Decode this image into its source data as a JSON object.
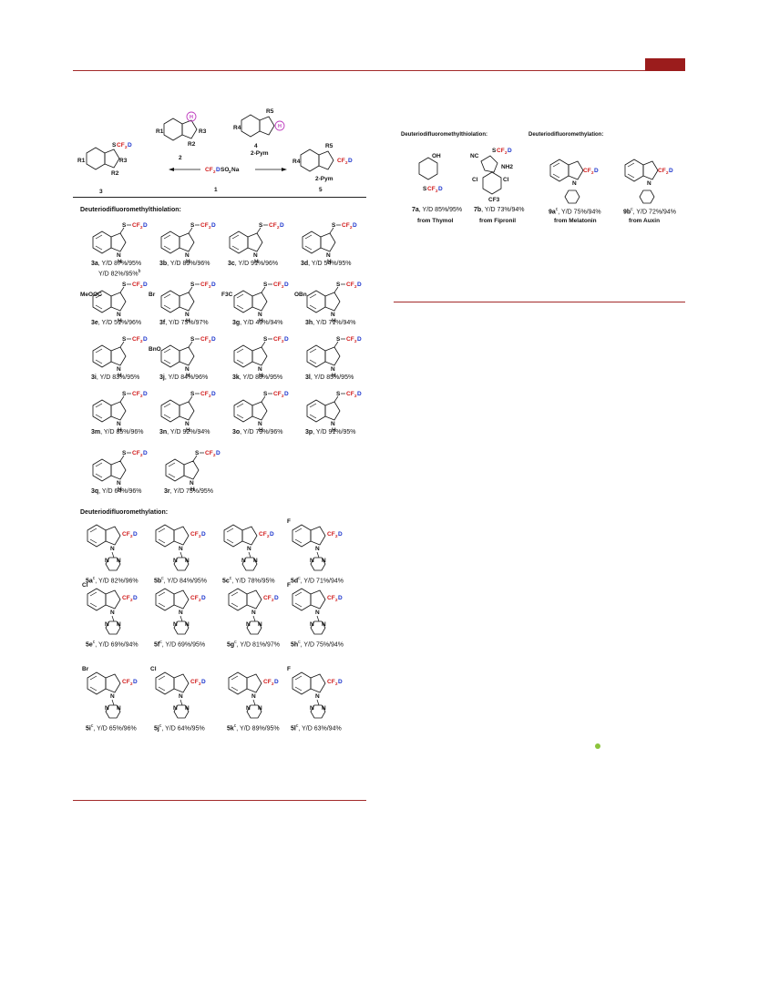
{
  "scheme": {
    "reagent": "CF2DSO2Na",
    "reagent_parts": [
      "CF",
      "2",
      "D",
      "SO",
      "2",
      "Na"
    ],
    "reagent_number": "1",
    "left_product_number": "3",
    "center_left_number": "2",
    "center_right_number": "4",
    "right_product_number": "5",
    "pym_label": "2-Pym",
    "r_labels": {
      "r1": "R1",
      "r2": "R2",
      "r3": "R3",
      "r4": "R4",
      "r5": "R5"
    },
    "h_label": "H"
  },
  "sections": {
    "thio_title": "Deuteriodifluoromethylthiolation:",
    "methyl_title": "Deuteriodifluoromethylation:",
    "right_thio_title": "Deuteriodifluoromethylthiolation:",
    "right_methyl_title": "Deuteriodifluoromethylation:"
  },
  "thio_compounds": [
    {
      "id": "3a",
      "yd": "Y/D 87%/95%",
      "extra": "Y/D 82%/95%",
      "extra_sup": "b"
    },
    {
      "id": "3b",
      "yd": "Y/D 89%/96%"
    },
    {
      "id": "3c",
      "yd": "Y/D 91%/96%"
    },
    {
      "id": "3d",
      "yd": "Y/D 54%/95%"
    },
    {
      "id": "3e",
      "yd": "Y/D 51%/96%",
      "sub_text": "MeOOC"
    },
    {
      "id": "3f",
      "yd": "Y/D 75%/97%",
      "sub_text": "Br"
    },
    {
      "id": "3g",
      "yd": "Y/D 49%/94%",
      "sub_text": "F3C"
    },
    {
      "id": "3h",
      "yd": "Y/D 71%/94%",
      "sub_text": "OBn"
    },
    {
      "id": "3i",
      "yd": "Y/D 83%/95%"
    },
    {
      "id": "3j",
      "yd": "Y/D 84%/96%",
      "sub_text": "BnO"
    },
    {
      "id": "3k",
      "yd": "Y/D 88%/95%"
    },
    {
      "id": "3l",
      "yd": "Y/D 85%/95%"
    },
    {
      "id": "3m",
      "yd": "Y/D 85%/96%"
    },
    {
      "id": "3n",
      "yd": "Y/D 92%/94%"
    },
    {
      "id": "3o",
      "yd": "Y/D 79%/96%"
    },
    {
      "id": "3p",
      "yd": "Y/D 91%/95%"
    },
    {
      "id": "3q",
      "yd": "Y/D 64%/96%"
    },
    {
      "id": "3r",
      "yd": "Y/D 75%/95%"
    }
  ],
  "methyl_compounds": [
    {
      "id": "5a",
      "sup": "c",
      "yd": "Y/D 82%/96%"
    },
    {
      "id": "5b",
      "sup": "c",
      "yd": "Y/D 84%/95%"
    },
    {
      "id": "5c",
      "sup": "c",
      "yd": "Y/D 78%/95%"
    },
    {
      "id": "5d",
      "sup": "c",
      "yd": "Y/D 71%/94%",
      "sub_text": "F"
    },
    {
      "id": "5e",
      "sup": "c",
      "yd": "Y/D 69%/94%",
      "sub_text": "Cl"
    },
    {
      "id": "5f",
      "sup": "c",
      "yd": "Y/D 69%/95%"
    },
    {
      "id": "5g",
      "sup": "c",
      "yd": "Y/D 81%/97%"
    },
    {
      "id": "5h",
      "sup": "c",
      "yd": "Y/D 75%/94%",
      "sub_text": "F"
    },
    {
      "id": "5i",
      "sup": "c",
      "yd": "Y/D 65%/96%",
      "sub_text": "Br"
    },
    {
      "id": "5j",
      "sup": "c",
      "yd": "Y/D 64%/95%",
      "sub_text": "Cl"
    },
    {
      "id": "5k",
      "sup": "c",
      "yd": "Y/D 89%/95%"
    },
    {
      "id": "5l",
      "sup": "c",
      "yd": "Y/D 63%/94%",
      "sub_text": "F"
    }
  ],
  "right_compounds": [
    {
      "id": "7a",
      "yd": "Y/D 85%/95%",
      "source": "from Thymol",
      "groups": [
        "OH",
        "SCF2D"
      ]
    },
    {
      "id": "7b",
      "yd": "Y/D 73%/94%",
      "source": "from Fipronil",
      "groups": [
        "NC",
        "SCF2D",
        "NH2",
        "Cl",
        "Cl",
        "CF3"
      ]
    },
    {
      "id": "9a",
      "sup": "c",
      "yd": "Y/D 75%/94%",
      "source": "from Melatonin"
    },
    {
      "id": "9b",
      "sup": "c",
      "yd": "Y/D 72%/94%",
      "source": "from Auxin"
    }
  ],
  "group_text": {
    "s": "S",
    "cf": "CF",
    "two": "2",
    "d": "D",
    "nh": "N",
    "h": "H",
    "n": "N"
  },
  "colors": {
    "rule": "#a32a2a",
    "tab": "#9b1c1c",
    "cf": "#d01818",
    "d": "#1a33cc",
    "h_circle": "#c040c0",
    "dot": "#8cc43c"
  }
}
